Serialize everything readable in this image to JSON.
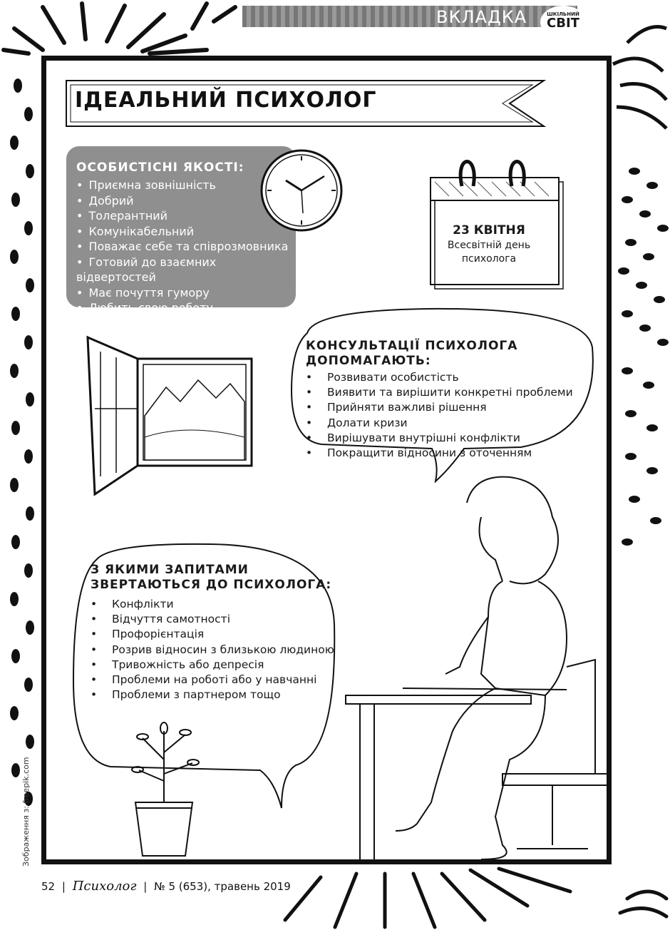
{
  "header": {
    "section_label": "ВКЛАДКА",
    "brand_small": "ШКІЛЬНИЙ",
    "brand_big": "СВІТ"
  },
  "title": "ІДЕАЛЬНИЙ ПСИХОЛОГ",
  "qualities": {
    "heading": "ОСОБИСТІСНІ ЯКОСТІ:",
    "items": [
      "Приємна зовнішність",
      "Добрий",
      "Толерантний",
      "Комунікабельний",
      "Поважає себе та співрозмовника",
      "Готовий до взаємних відвертостей",
      "Має почуття гумору",
      "Любить свою роботу"
    ]
  },
  "calendar": {
    "date": "23 КВІТНЯ",
    "caption": "Всесвітній день психолога"
  },
  "consultations": {
    "heading": "КОНСУЛЬТАЦІЇ ПСИХОЛОГА ДОПОМАГАЮТЬ:",
    "items": [
      "Розвивати особистість",
      "Виявити та вирішити конкретні проблеми",
      "Прийняти важливі рішення",
      "Долати кризи",
      "Вирішувати внутрішні конфлікти",
      "Покращити відносини з оточенням"
    ]
  },
  "requests": {
    "heading": "З ЯКИМИ ЗАПИТАМИ ЗВЕРТАЮТЬСЯ ДО ПСИХОЛОГА:",
    "items": [
      "Конфлікти",
      "Відчуття самотності",
      "Профорієнтація",
      "Розрив відносин з близькою людиною",
      "Тривожність або депресія",
      "Проблеми на роботі або у навчанні",
      "Проблеми з партнером тощо"
    ]
  },
  "credit": "Зображення з: freepik.com",
  "footer": {
    "page": "52",
    "journal": "Психолог",
    "issue": "№ 5 (653), травень 2019"
  },
  "colors": {
    "qualities_bg": "#8f8f8f",
    "frame": "#111111"
  },
  "icons": [
    "clock-icon",
    "calendar-icon",
    "window-illustration",
    "woman-at-desk-illustration",
    "potted-plant-illustration"
  ]
}
